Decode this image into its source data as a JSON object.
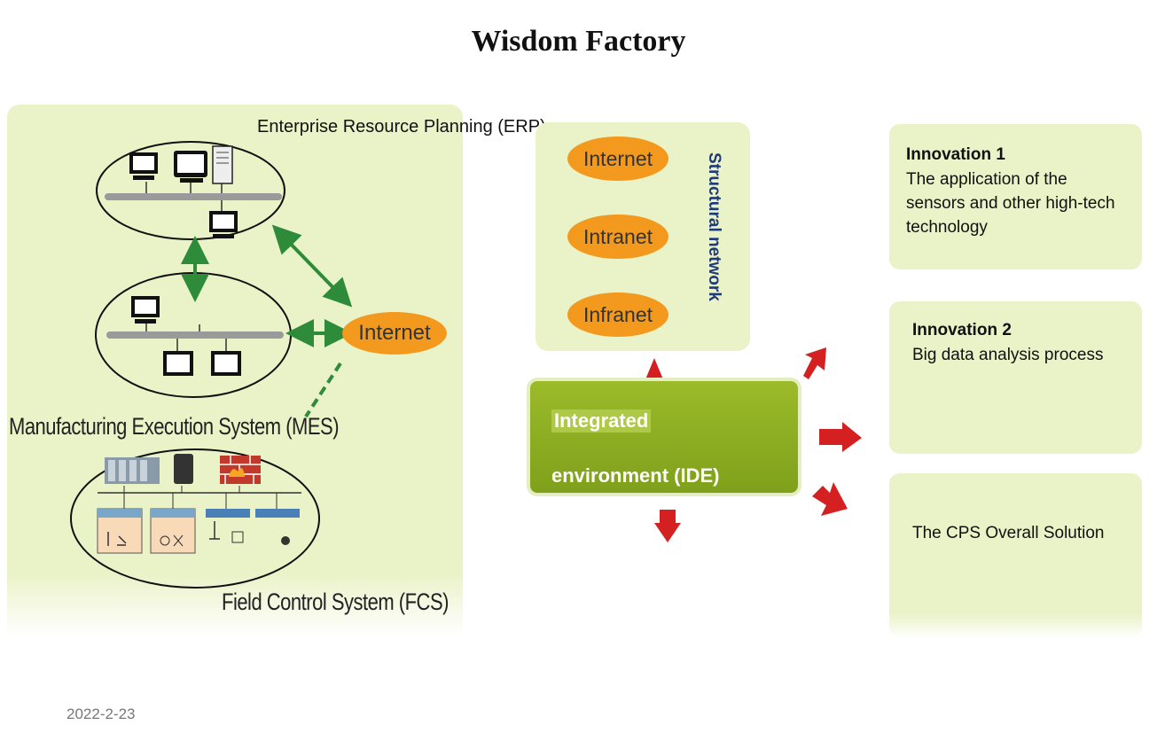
{
  "title": "Wisdom Factory",
  "left": {
    "erp_label": "Enterprise Resource Planning (ERP)",
    "mes_label": "Manufacturing Execution System (MES)",
    "fcs_label": "Field Control System (FCS)",
    "internet_label": "Internet"
  },
  "network": {
    "title": "Structural network",
    "nodes": [
      "Internet",
      "Intranet",
      "Infranet"
    ]
  },
  "ide": {
    "line1": "Integrated",
    "line2": "environment (IDE)"
  },
  "innovations": [
    {
      "title": "Innovation 1",
      "text": "The application of the sensors and other high-tech technology"
    },
    {
      "title": "Innovation 2",
      "text": "Big data analysis process"
    },
    {
      "title": "",
      "text": "The CPS Overall Solution"
    }
  ],
  "date": "2022-2-23",
  "colors": {
    "panel": "#eaf2c7",
    "oval": "#f39a1e",
    "arrow_green": "#2e8b3a",
    "arrow_red": "#d42020",
    "ide_green": "#8fb021"
  }
}
